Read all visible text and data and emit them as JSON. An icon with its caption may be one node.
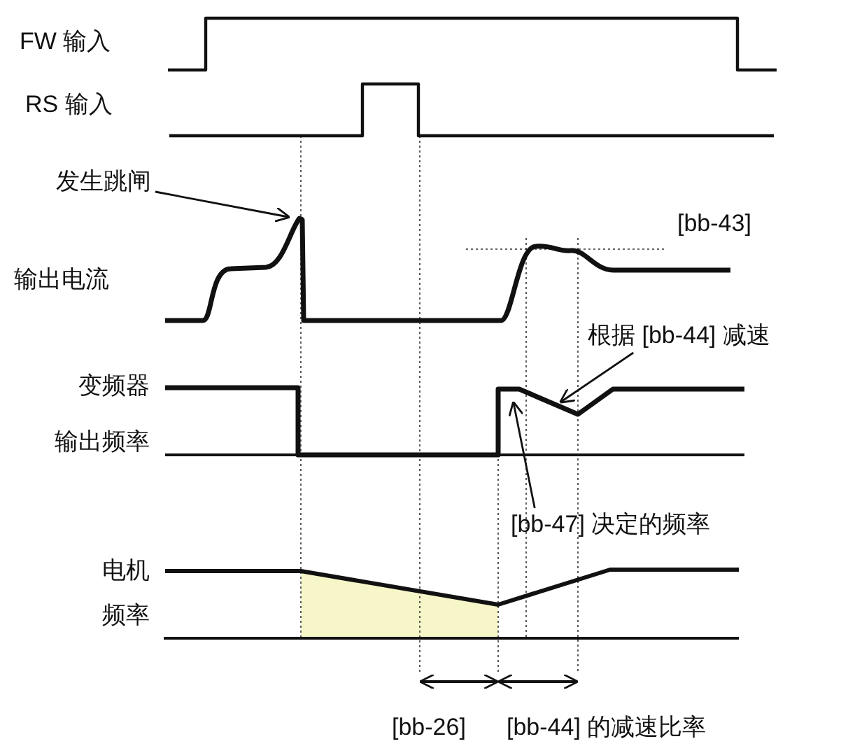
{
  "diagram": {
    "nodes": [
      {
        "text": [
          "发生跳闸"
        ]
      },
      {
        "text": [
          "根据 [bb-44] 减速"
        ]
      },
      {
        "text": [
          "[bb-47] 决定的频率"
        ]
      }
    ],
    "edges": [
      {
        "from": 0,
        "to": null,
        "arrow": "to"
      },
      {
        "from": 1,
        "to": null,
        "arrow": "to"
      },
      {
        "from": 2,
        "to": null,
        "arrow": "to"
      }
    ],
    "labels": [
      "FW 输入",
      "RS 输入",
      "[bb-43]",
      "输出电流",
      "变频器",
      "输出频率",
      "电机",
      "频率",
      "[bb-26]",
      "[bb-44] 的减速比率"
    ]
  }
}
